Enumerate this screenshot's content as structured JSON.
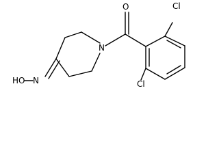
{
  "structure": {
    "atoms": {
      "n": "N",
      "o": "O",
      "hydroxyl": "HO",
      "oxime_n": "N",
      "cl_top": "Cl",
      "cl_bottom": "Cl"
    },
    "colors": {
      "bond": "#000000",
      "label": "#000000",
      "background": "#ffffff"
    }
  }
}
